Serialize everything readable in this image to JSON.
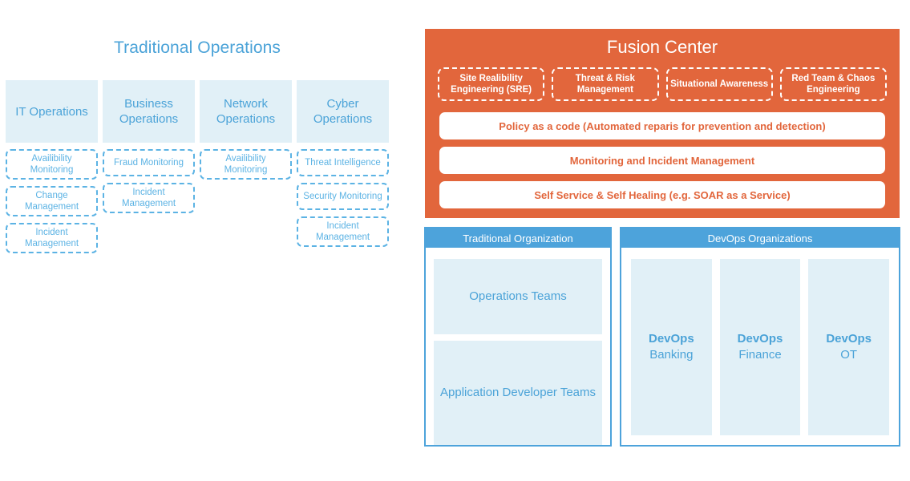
{
  "colors": {
    "accent_blue": "#4ba3d8",
    "header_blue": "#4da3db",
    "light_blue_fill": "#e1f0f7",
    "dashed_blue": "#5cb3e4",
    "fusion_orange": "#e2663c",
    "white": "#ffffff"
  },
  "traditional_operations": {
    "title": "Traditional Operations",
    "columns": [
      {
        "header": "IT Operations",
        "items": [
          "Availibility Monitoring",
          "Change Management",
          "Incident Management"
        ]
      },
      {
        "header": "Business Operations",
        "items": [
          "Fraud Monitoring",
          "Incident Management"
        ]
      },
      {
        "header": "Network Operations",
        "items": [
          "Availibility Monitoring"
        ]
      },
      {
        "header": "Cyber Operations",
        "items": [
          "Threat Intelligence",
          "Security Monitoring",
          "Incident Management"
        ]
      }
    ]
  },
  "fusion_center": {
    "title": "Fusion Center",
    "pillars": [
      "Site Realibility Engineering (SRE)",
      "Threat & Risk Management",
      "Situational Awareness",
      "Red Team & Chaos Engineering"
    ],
    "capabilities": [
      "Policy as a code (Automated reparis for prevention and detection)",
      "Monitoring and Incident Management",
      "Self Service & Self Healing (e.g. SOAR as a Service)"
    ]
  },
  "traditional_organization": {
    "header": "Traditional Organization",
    "teams": [
      "Operations Teams",
      "Application Developer Teams"
    ]
  },
  "devops_organizations": {
    "header": "DevOps Organizations",
    "columns": [
      {
        "brand": "DevOps",
        "unit": "Banking"
      },
      {
        "brand": "DevOps",
        "unit": "Finance"
      },
      {
        "brand": "DevOps",
        "unit": "OT"
      }
    ]
  }
}
